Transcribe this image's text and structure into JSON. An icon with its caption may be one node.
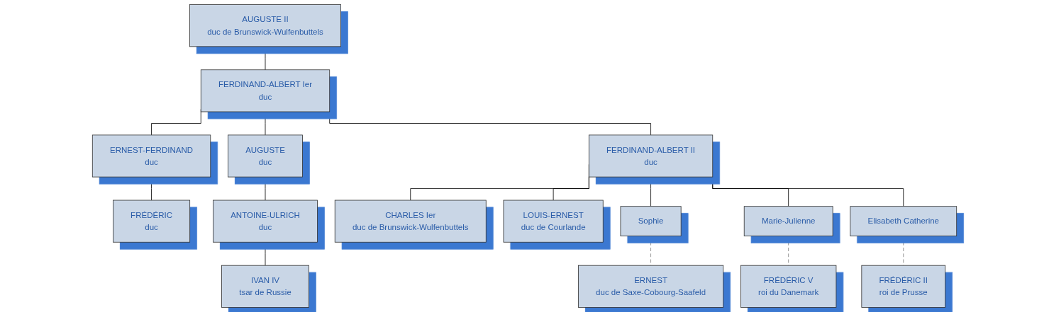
{
  "diagram": {
    "nodes": [
      {
        "text": [
          "AUGUSTE II",
          "duc de Brunswick-Wulfenbuttels"
        ]
      },
      {
        "text": [
          "FERDINAND-ALBERT Ier",
          "duc"
        ]
      },
      {
        "text": [
          "ERNEST-FERDINAND",
          "duc"
        ]
      },
      {
        "text": [
          "AUGUSTE",
          "duc"
        ]
      },
      {
        "text": [
          "FERDINAND-ALBERT II",
          "duc"
        ]
      },
      {
        "text": [
          "FRÉDÉRIC",
          "duc"
        ]
      },
      {
        "text": [
          "ANTOINE-ULRICH",
          "duc"
        ]
      },
      {
        "text": [
          "IVAN IV",
          "tsar de Russie"
        ]
      },
      {
        "text": [
          "CHARLES Ier",
          "duc de Brunswick-Wulfenbuttels"
        ]
      },
      {
        "text": [
          "LOUIS-ERNEST",
          "duc de Courlande"
        ]
      },
      {
        "text": [
          "Sophie"
        ]
      },
      {
        "text": [
          "ERNEST",
          "duc de Saxe-Cobourg-Saafeld"
        ]
      },
      {
        "text": [
          "Marie-Julienne"
        ]
      },
      {
        "text": [
          "FRÉDÉRIC V",
          "roi du Danemark"
        ]
      },
      {
        "text": [
          "Elisabeth Catherine"
        ]
      },
      {
        "text": [
          "FRÉDÉRIC II",
          "roi de Prusse"
        ]
      }
    ],
    "edges": [
      {
        "from": 0,
        "to": 1,
        "arrow": "none"
      },
      {
        "from": 1,
        "to": 2,
        "arrow": "none"
      },
      {
        "from": 1,
        "to": 3,
        "arrow": "none"
      },
      {
        "from": 1,
        "to": 4,
        "arrow": "none"
      },
      {
        "from": 2,
        "to": 5,
        "arrow": "none"
      },
      {
        "from": 3,
        "to": 6,
        "arrow": "none"
      },
      {
        "from": 6,
        "to": 7,
        "arrow": "none"
      },
      {
        "from": 4,
        "to": 8,
        "arrow": "none"
      },
      {
        "from": 4,
        "to": 9,
        "arrow": "none"
      },
      {
        "from": 4,
        "to": 10,
        "arrow": "none"
      },
      {
        "from": 4,
        "to": 12,
        "arrow": "none"
      },
      {
        "from": 4,
        "to": 14,
        "arrow": "none"
      },
      {
        "from": 10,
        "to": 11,
        "arrow": "none",
        "style": "dashed",
        "color": "#808080"
      },
      {
        "from": 12,
        "to": 13,
        "arrow": "none",
        "style": "dashed",
        "color": "#808080"
      },
      {
        "from": 14,
        "to": 15,
        "arrow": "none",
        "style": "dashed",
        "color": "#808080"
      }
    ]
  }
}
